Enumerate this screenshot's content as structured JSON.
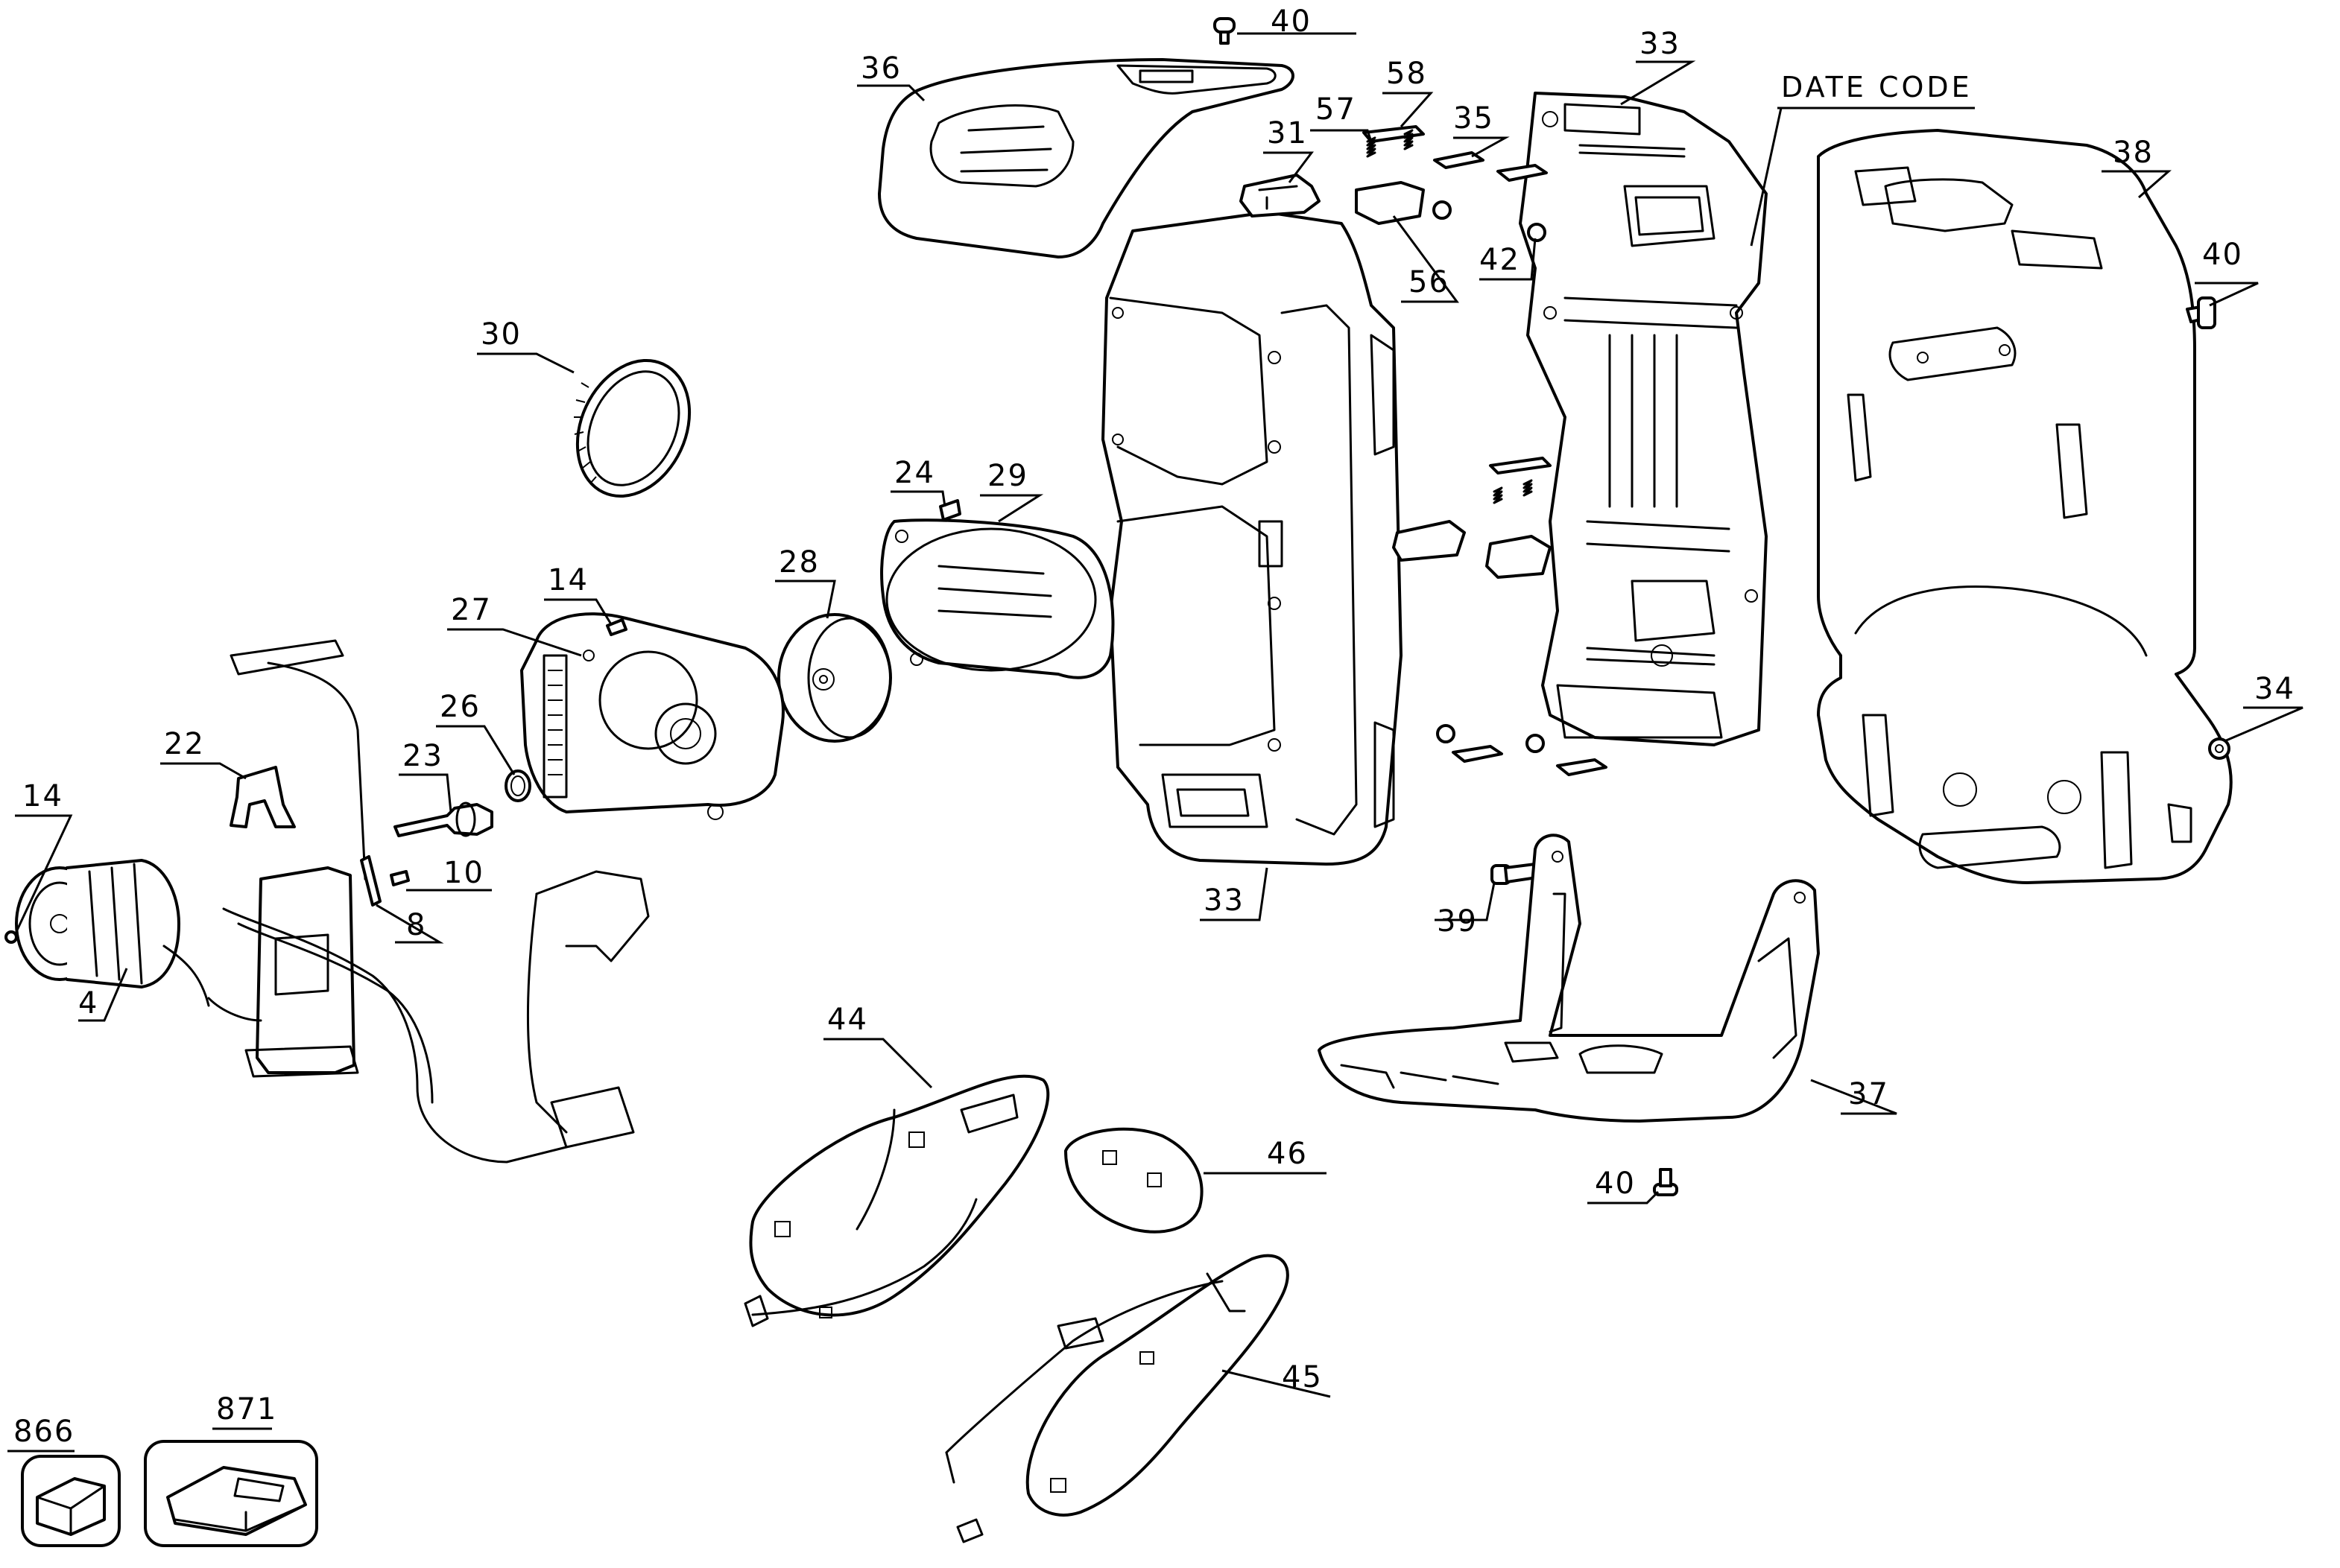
{
  "callouts": {
    "c40_top": "40",
    "c36": "36",
    "c58": "58",
    "c33_top": "33",
    "date_code": "DATE CODE",
    "c57": "57",
    "c35": "35",
    "c31": "31",
    "c38": "38",
    "c42": "42",
    "c56": "56",
    "c40_right": "40",
    "c30": "30",
    "c24": "24",
    "c29": "29",
    "c28": "28",
    "c14_mid": "14",
    "c27": "27",
    "c34": "34",
    "c26": "26",
    "c22": "22",
    "c23": "23",
    "c14_left": "14",
    "c10": "10",
    "c33_bottom": "33",
    "c39": "39",
    "c8": "8",
    "c4": "4",
    "c44": "44",
    "c37": "37",
    "c46": "46",
    "c40_bottom": "40",
    "c45": "45",
    "c866": "866",
    "c871": "871"
  }
}
